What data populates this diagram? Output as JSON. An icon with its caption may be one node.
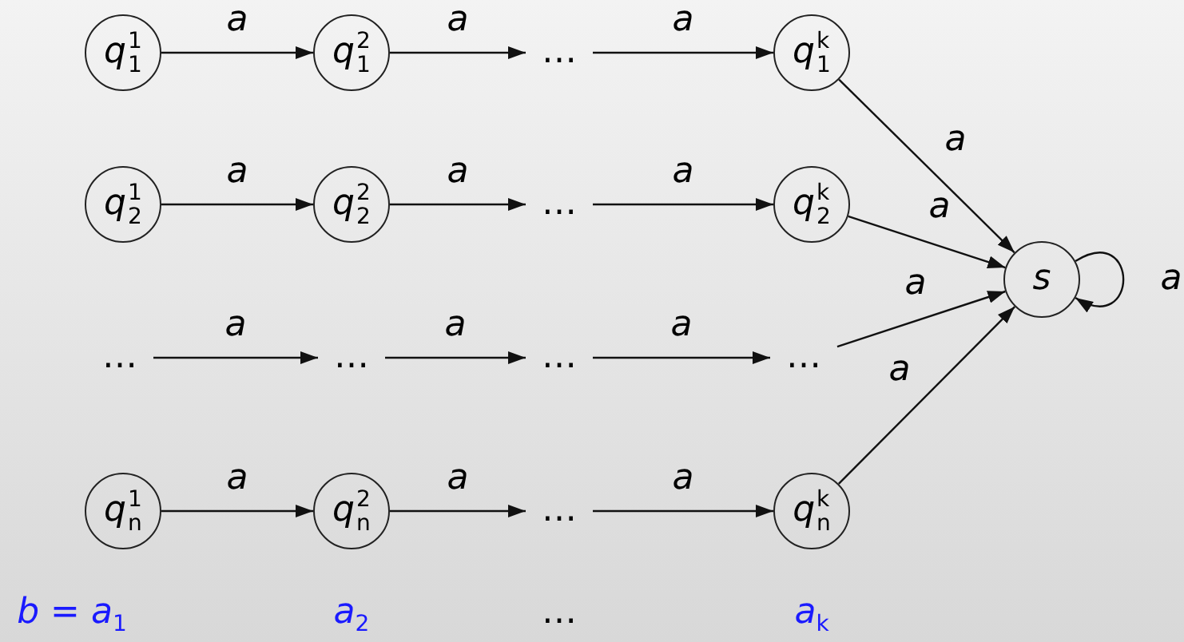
{
  "diagram": {
    "nodes": [
      {
        "text": [
          "q$^{1}$$_{1}$"
        ]
      },
      {
        "text": [
          "q$^{2}$$_{1}$"
        ]
      },
      {
        "text": [
          "…"
        ]
      },
      {
        "text": [
          "q$^{k}$$_{1}$"
        ]
      },
      {
        "text": [
          "q$^{1}$$_{2}$"
        ]
      },
      {
        "text": [
          "q$^{2}$$_{2}$"
        ]
      },
      {
        "text": [
          "…"
        ]
      },
      {
        "text": [
          "q$^{k}$$_{2}$"
        ]
      },
      {
        "text": [
          "…"
        ]
      },
      {
        "text": [
          "…"
        ]
      },
      {
        "text": [
          "…"
        ]
      },
      {
        "text": [
          "…"
        ]
      },
      {
        "text": [
          "q$^{1}$$_{n}$"
        ]
      },
      {
        "text": [
          "q$^{2}$$_{n}$"
        ]
      },
      {
        "text": [
          "…"
        ]
      },
      {
        "text": [
          "q$^{k}$$_{n}$"
        ]
      },
      {
        "text": [
          "s"
        ]
      }
    ],
    "edges": [
      {
        "from": 0,
        "to": 1,
        "arrow": "to",
        "label": "a"
      },
      {
        "from": 1,
        "to": 2,
        "arrow": "to",
        "label": "a"
      },
      {
        "from": 2,
        "to": 3,
        "arrow": "to",
        "label": "a"
      },
      {
        "from": 4,
        "to": 5,
        "arrow": "to",
        "label": "a"
      },
      {
        "from": 5,
        "to": 6,
        "arrow": "to",
        "label": "a"
      },
      {
        "from": 6,
        "to": 7,
        "arrow": "to",
        "label": "a"
      },
      {
        "from": 8,
        "to": 9,
        "arrow": "to",
        "label": "a"
      },
      {
        "from": 9,
        "to": 10,
        "arrow": "to",
        "label": "a"
      },
      {
        "from": 10,
        "to": 11,
        "arrow": "to",
        "label": "a"
      },
      {
        "from": 12,
        "to": 13,
        "arrow": "to",
        "label": "a"
      },
      {
        "from": 13,
        "to": 14,
        "arrow": "to",
        "label": "a"
      },
      {
        "from": 14,
        "to": 15,
        "arrow": "to",
        "label": "a"
      },
      {
        "from": 3,
        "to": 16,
        "arrow": "to",
        "label": "a"
      },
      {
        "from": 7,
        "to": 16,
        "arrow": "to",
        "label": "a"
      },
      {
        "from": 11,
        "to": 16,
        "arrow": "to",
        "label": "a"
      },
      {
        "from": 15,
        "to": 16,
        "arrow": "to",
        "label": "a"
      },
      {
        "from": 16,
        "to": 16,
        "arrow": "to",
        "label": "a"
      }
    ],
    "labels": [
      "b = a$_{1}$",
      "a$_{2}$",
      "…",
      "a$_{k}$"
    ]
  }
}
